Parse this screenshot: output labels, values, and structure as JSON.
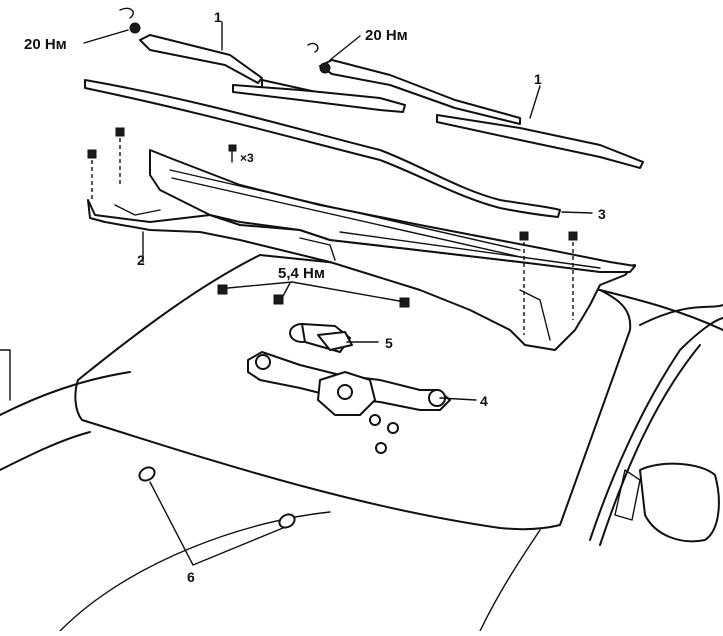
{
  "labels": {
    "torque_arm_left": "20 Нм",
    "torque_arm_right": "20 Нм",
    "torque_linkage": "5,4 Нм",
    "bolt_qty": "×3",
    "callout_1a": "1",
    "callout_1b": "1",
    "callout_2": "2",
    "callout_3": "3",
    "callout_4": "4",
    "callout_5": "5",
    "callout_6": "6"
  }
}
